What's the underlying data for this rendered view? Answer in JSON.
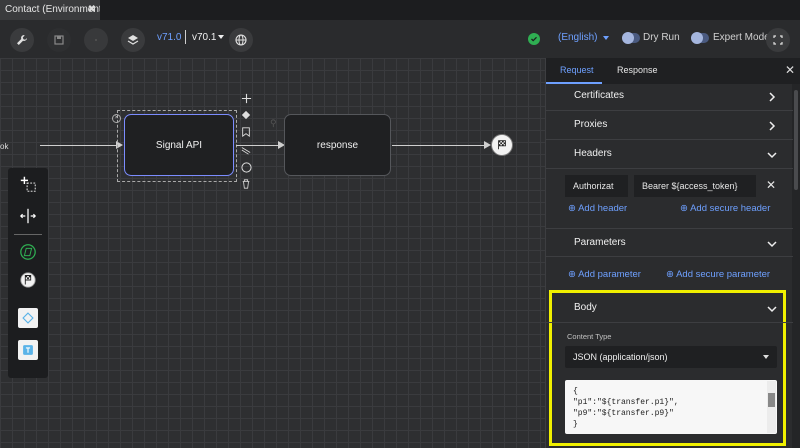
{
  "tab": {
    "title": "Contact (Environment ...",
    "close": "✖"
  },
  "toolbar": {
    "version_a": "v71.0",
    "version_b": "v70.1",
    "language": "(English)",
    "dry_run_label": "Dry Run",
    "expert_mode_label": "Expert Mode"
  },
  "canvas": {
    "left_edge_label": "ok",
    "nodes": {
      "signal_api": "Signal API",
      "response": "response"
    }
  },
  "panel": {
    "tabs": [
      "Request",
      "Response"
    ],
    "active_tab": "Request",
    "sections": {
      "certificates": "Certificates",
      "proxies": "Proxies",
      "headers": "Headers",
      "parameters": "Parameters",
      "body": "Body"
    },
    "header_row": {
      "key": "Authorizat",
      "value": "Bearer ${access_token}"
    },
    "add_header": "Add header",
    "add_secure_header": "Add secure header",
    "add_parameter": "Add parameter",
    "add_secure_parameter": "Add secure parameter",
    "content_type_label": "Content Type",
    "content_type_value": "JSON (application/json)",
    "code_lines": [
      "{",
      "\"p1\":\"${transfer.p1}\",",
      "\"p9\":\"${transfer.p9}\"",
      "}"
    ]
  },
  "colors": {
    "accent": "#6ea0ff",
    "highlight": "#f0f000",
    "ok": "#2fae52"
  }
}
